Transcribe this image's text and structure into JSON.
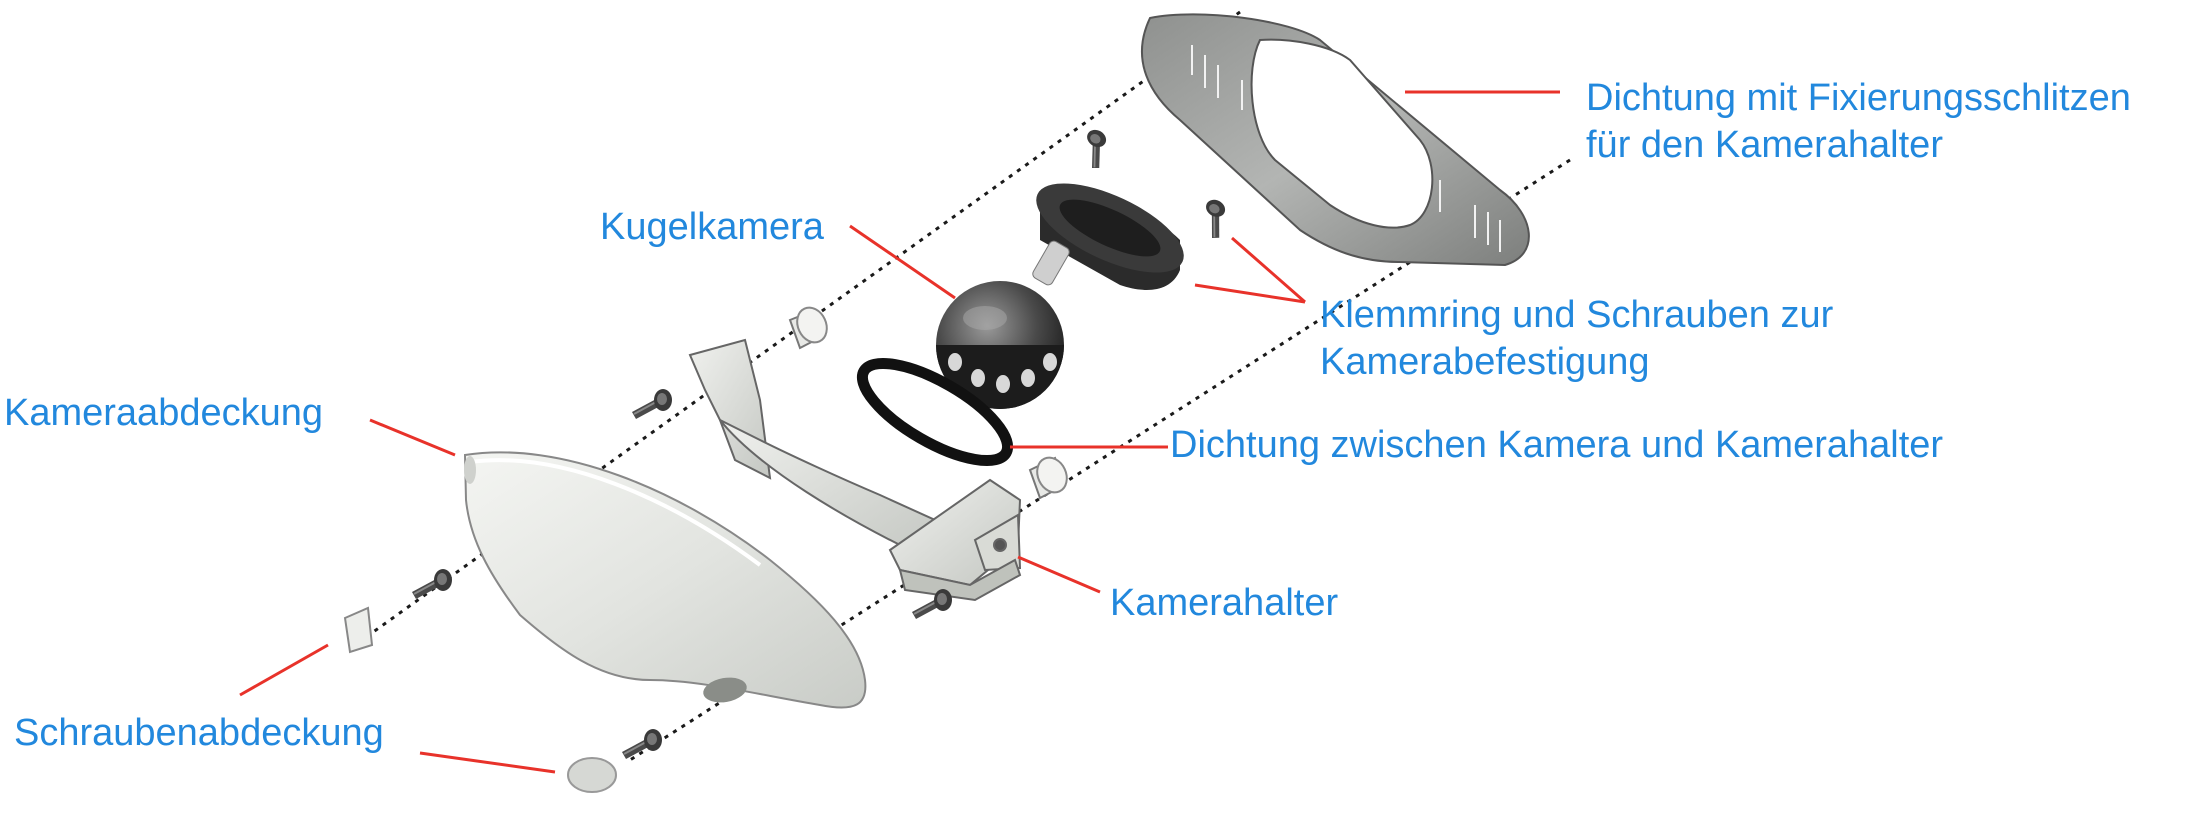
{
  "colors": {
    "label_text": "#2288dd",
    "leader_line": "#e8322a",
    "guide_line": "#1a1a1a",
    "part_light": "#e6e8e4",
    "part_dark": "#2b2b2b",
    "gasket_gray": "#9a9c9b"
  },
  "labels": {
    "gasket_slots": {
      "line1": "Dichtung mit Fixierungsschlitzen",
      "line2": "für den Kamerahalter"
    },
    "ball_camera": "Kugelkamera",
    "clamp_ring": {
      "line1": "Klemmring und Schrauben zur",
      "line2": "Kamerabefestigung"
    },
    "camera_cover": "Kameraabdeckung",
    "inner_seal": "Dichtung zwischen Kamera und Kamerahalter",
    "camera_holder": "Kamerahalter",
    "screw_cover": "Schraubenabdeckung"
  }
}
